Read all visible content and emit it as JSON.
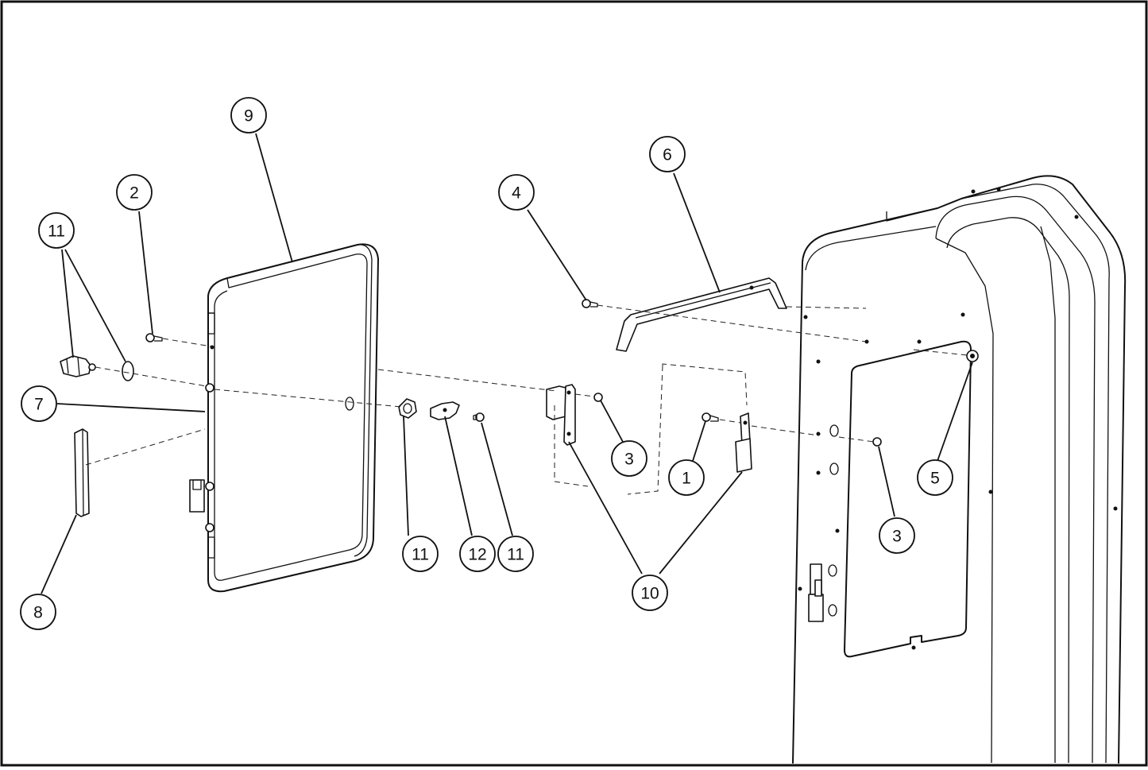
{
  "callouts": [
    {
      "id": "c9",
      "label": "9"
    },
    {
      "id": "c2",
      "label": "2"
    },
    {
      "id": "c11a",
      "label": "11"
    },
    {
      "id": "c7",
      "label": "7"
    },
    {
      "id": "c8",
      "label": "8"
    },
    {
      "id": "c4",
      "label": "4"
    },
    {
      "id": "c6",
      "label": "6"
    },
    {
      "id": "c3a",
      "label": "3"
    },
    {
      "id": "c1",
      "label": "1"
    },
    {
      "id": "c10",
      "label": "10"
    },
    {
      "id": "c11b",
      "label": "11"
    },
    {
      "id": "c12",
      "label": "12"
    },
    {
      "id": "c11c",
      "label": "11"
    },
    {
      "id": "c3b",
      "label": "3"
    },
    {
      "id": "c5",
      "label": "5"
    }
  ],
  "colors": {
    "stroke": "#111111",
    "background": "#ffffff"
  }
}
